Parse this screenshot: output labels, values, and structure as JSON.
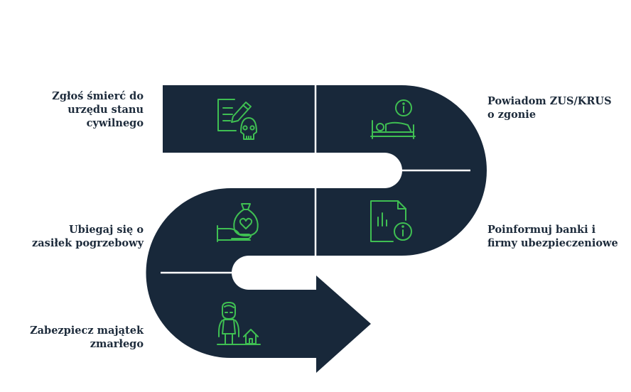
{
  "colors": {
    "band": "#18283a",
    "divider": "#ffffff",
    "icon_stroke": "#3fbf52",
    "text": "#1d2b3b"
  },
  "steps": [
    {
      "label": "Zgłoś śmierć do urzędu stanu cywilnego",
      "icon": "document-pen-skull-icon"
    },
    {
      "label": "Powiadom ZUS/KRUS o zgonie",
      "icon": "bed-info-icon"
    },
    {
      "label": "Poinformuj banki i firmy ubezpieczeniowe",
      "icon": "document-chart-info-icon"
    },
    {
      "label": "Ubiegaj się o zasiłek pogrzebowy",
      "icon": "hand-money-bag-heart-icon"
    },
    {
      "label": "Zabezpiecz majątek zmarłego",
      "icon": "person-house-icon"
    }
  ]
}
